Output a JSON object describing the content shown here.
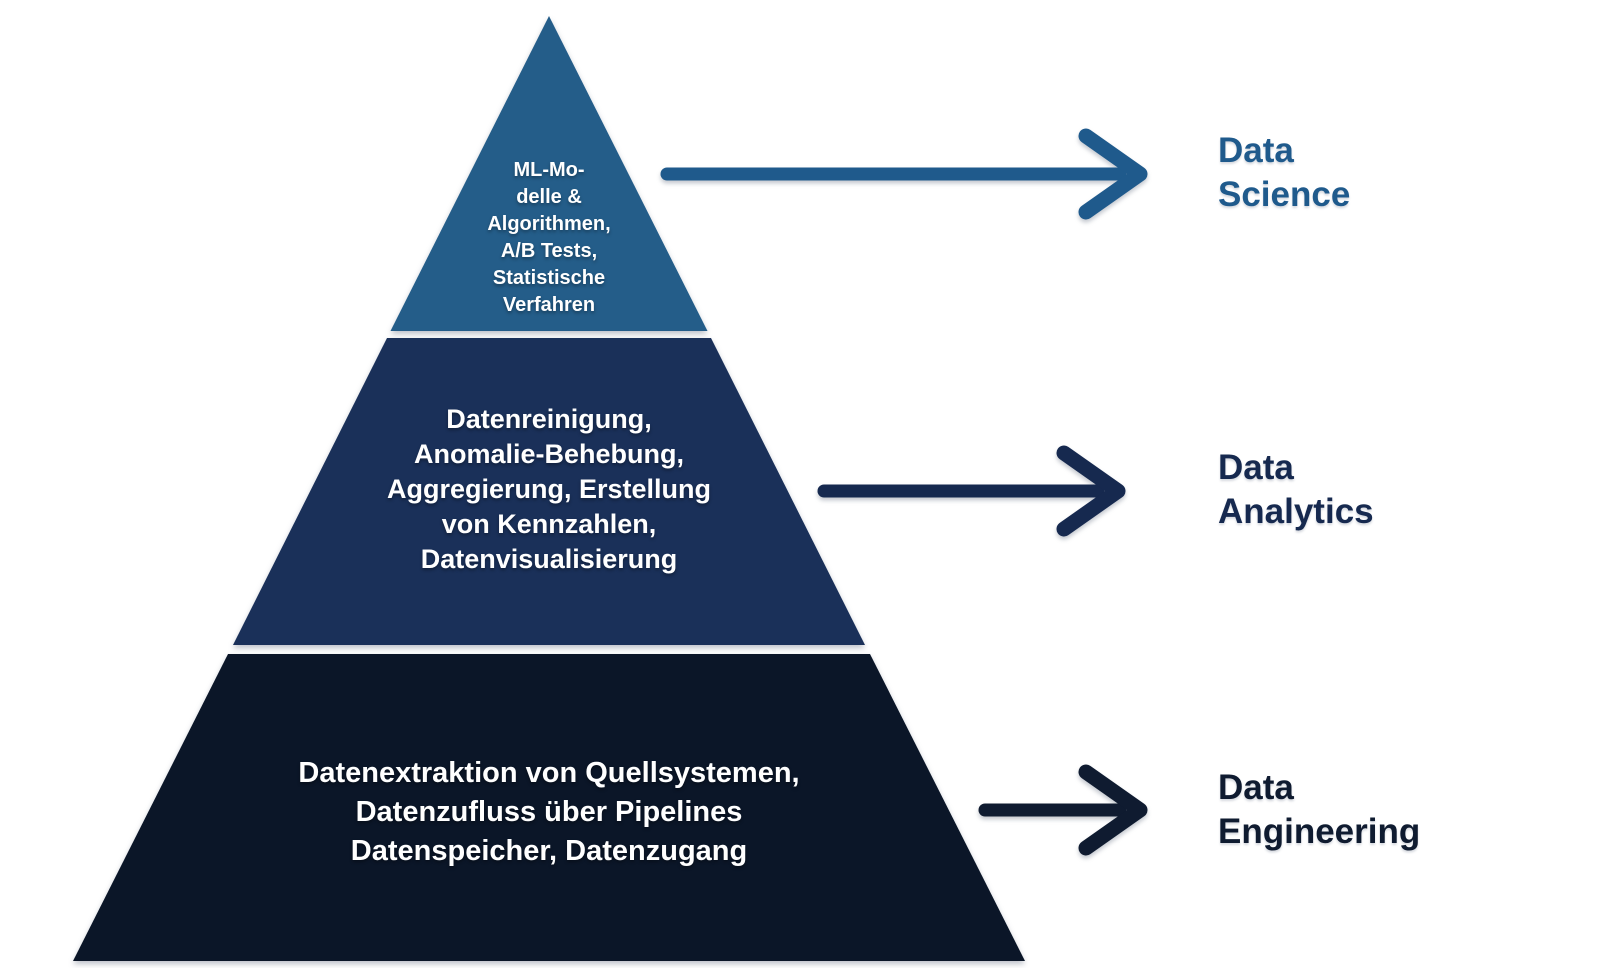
{
  "background": "#ffffff",
  "tier_text_color": "#ffffff",
  "tiers": [
    {
      "name": "Data Science",
      "tier_text": "ML-Mo-\ndelle &\nAlgorithmen,\nA/B Tests,\nStatistische\nVerfahren",
      "tier_color": "#245d89",
      "label": "Data\nScience",
      "label_color": "#1f5a8c",
      "arrow_color": "#1f5a8c"
    },
    {
      "name": "Data Analytics",
      "tier_text": "Datenreinigung,\nAnomalie-Behebung,\nAggregierung, Erstellung\nvon Kennzahlen,\nDatenvisualisierung",
      "tier_color": "#1a3059",
      "label": "Data\nAnalytics",
      "label_color": "#16294f",
      "arrow_color": "#16294f"
    },
    {
      "name": "Data Engineering",
      "tier_text": "Datenextraktion von Quellsystemen,\nDatenzufluss über Pipelines\nDatenspeicher, Datenzugang",
      "tier_color": "#0b1628",
      "label": "Data\nEngineering",
      "label_color": "#0f1b30",
      "arrow_color": "#0f1b30"
    }
  ]
}
